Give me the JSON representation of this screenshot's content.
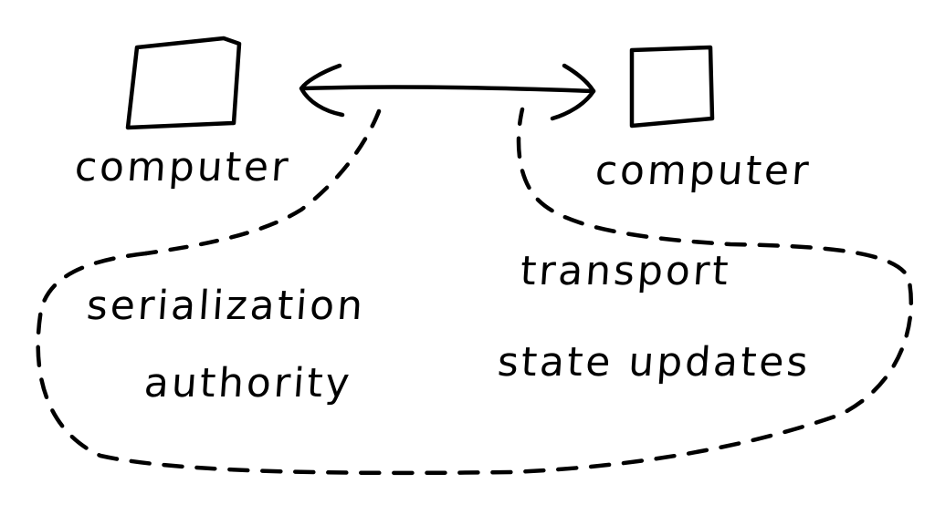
{
  "nodes": {
    "left_computer": {
      "label": "computer"
    },
    "right_computer": {
      "label": "computer"
    }
  },
  "concerns": {
    "left": [
      "serialization",
      "authority"
    ],
    "right": [
      "transport",
      "state updates"
    ]
  },
  "colors": {
    "ink": "#000000",
    "background": "#ffffff"
  }
}
